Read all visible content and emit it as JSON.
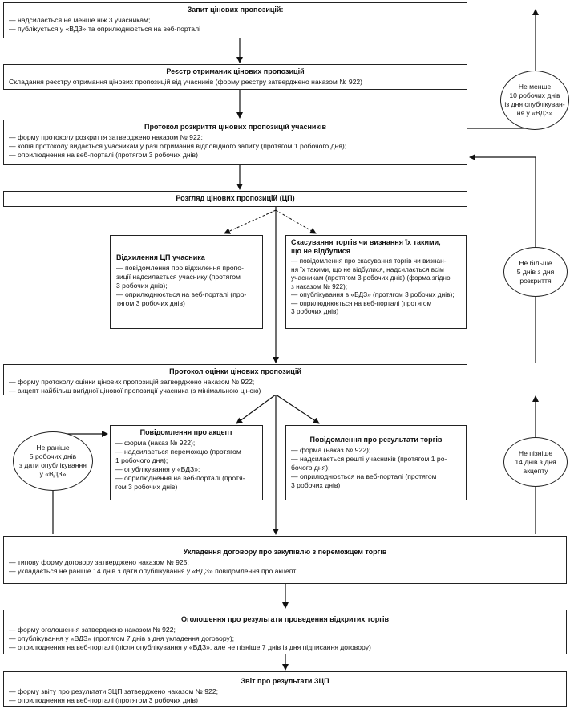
{
  "box1": {
    "title": "Запит цінових пропозицій:",
    "lines": [
      "— надсилається не менше ніж 3 учасникам;",
      "— публікується у «ВДЗ» та оприлюднюється на веб-порталі"
    ]
  },
  "box2": {
    "title": "Реєстр отриманих цінових пропозицій",
    "lines": [
      "Складання реєстру отримання цінових пропозицій від учасників (форму реєстру затверджено наказом № 922)"
    ]
  },
  "box3": {
    "title": "Протокол розкриття цінових пропозицій учасників",
    "lines": [
      "— форму протоколу розкриття затверджено наказом № 922;",
      "— копія протоколу видається учасникам у разі отримання відповідного запиту (протягом 1 робочого дня);",
      "— оприлюднення на веб-порталі (протягом 3 робочих днів)"
    ]
  },
  "box4": {
    "title": "Розгляд цінових пропозицій (ЦП)"
  },
  "box5": {
    "title": "Відхилення ЦП учасника",
    "lines": [
      "— повідомлення про відхилення пропо-",
      "зиції надсилається учаснику (протягом",
      "3 робочих днів);",
      "— оприлюднюється на веб-порталі (про-",
      "тягом 3 робочих днів)"
    ]
  },
  "box6": {
    "title1": "Скасування торгів чи визнання їх такими,",
    "title2": "що не відбулися",
    "lines": [
      "— повідомлення про скасування торгів чи визнан-",
      "ня їх такими, що не відбулися, надсилається всім",
      "учасникам (протягом 3 робочих днів) (форма згідно",
      "з наказом № 922);",
      "— опублікування в «ВДЗ» (протягом 3 робочих днів);",
      "— оприлюднюється на веб-порталі (протягом",
      "3 робочих днів)"
    ]
  },
  "box7": {
    "title": "Протокол оцінки цінових пропозицій",
    "lines": [
      "— форму протоколу оцінки цінових пропозицій затверджено наказом № 922;",
      "— акцепт найбільш вигідної цінової пропозиції учасника (з мінімальною ціною)"
    ]
  },
  "box8": {
    "title": "Повідомлення про акцепт",
    "lines": [
      "— форма (наказ № 922);",
      "— надсилається переможцю (протягом",
      "1 робочого дня);",
      "— опублікування у «ВДЗ»;",
      "— оприлюднення на веб-порталі (протя-",
      "гом 3 робочих днів)"
    ]
  },
  "box9": {
    "title": "Повідомлення про результати торгів",
    "lines": [
      "— форма (наказ № 922);",
      "— надсилається решті учасників (протягом 1 ро-",
      "бочого дня);",
      "— оприлюднюється на веб-порталі (протягом",
      "3 робочих днів)"
    ]
  },
  "box10": {
    "title": "Укладення договору про закупівлю з переможцем торгів",
    "lines": [
      "— типову форму договору затверджено наказом № 925;",
      "— укладається не раніше 14 днів з дати опублікування у «ВДЗ» повідомлення про акцепт"
    ]
  },
  "box11": {
    "title": "Оголошення про результати проведення відкритих торгів",
    "lines": [
      "— форму оголошення затверджено наказом № 922;",
      "— опублікування у «ВДЗ» (протягом 7 днів з дня укладення договору);",
      "— оприлюднення на веб-порталі (після опублікування у «ВДЗ», але не пізніше 7 днів із дня підписання договору)"
    ]
  },
  "box12": {
    "title": "Звіт про результати ЗЦП",
    "lines": [
      "— форму звіту про результати ЗЦП затверджено наказом № 922;",
      "— оприлюднення на веб-порталі (протягом 3 робочих днів)"
    ]
  },
  "circle1": [
    "Не менше",
    "10 робочих днів",
    "із дня опублікуван-",
    "ня у «ВДЗ»"
  ],
  "circle2": [
    "Не більше",
    "5 днів з дня",
    "розкриття"
  ],
  "circle3": [
    "Не раніше",
    "5 робочих днів",
    "з дати опублікування",
    "у «ВДЗ»"
  ],
  "circle4": [
    "Не пізніше",
    "14 днів з дня",
    "акцепту"
  ]
}
